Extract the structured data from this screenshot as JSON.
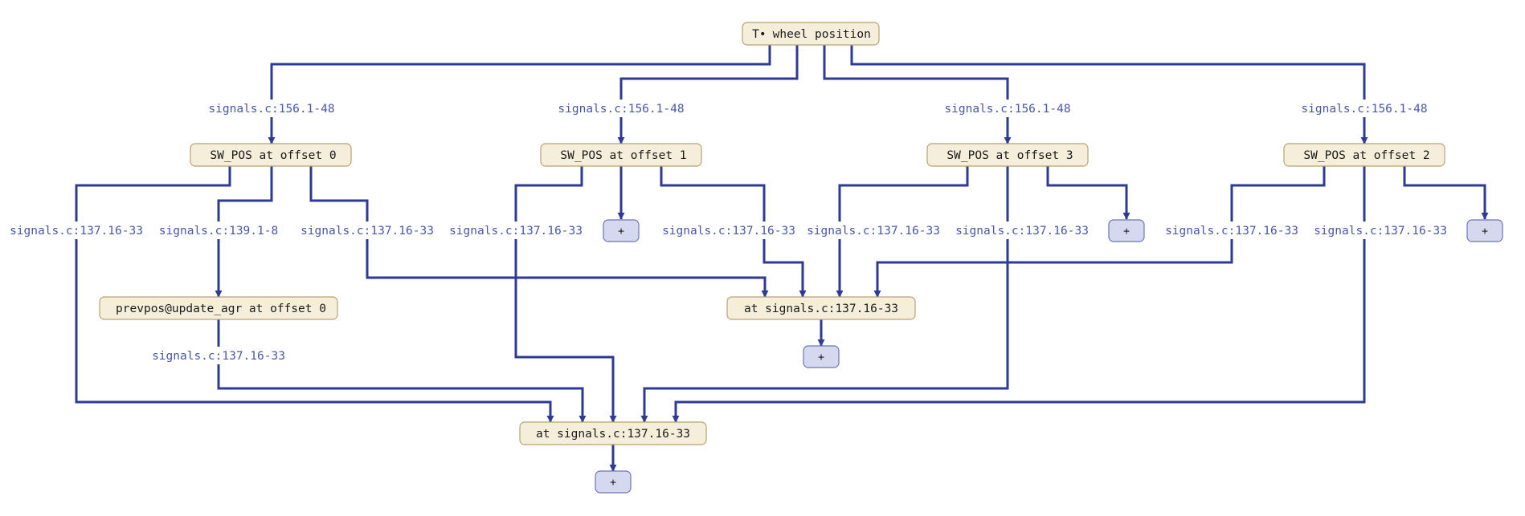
{
  "colors": {
    "wire": "#2e3a96",
    "label": "#4a56aa",
    "node_fill": "#f5eedb",
    "node_border": "#b8a272",
    "plus_fill": "#d5d8ef"
  },
  "root": {
    "icon": "T•",
    "text": "wheel position"
  },
  "nodes": {
    "sw0": "SW_POS at offset 0",
    "sw1": "SW_POS at offset 1",
    "sw3": "SW_POS at offset 3",
    "sw2": "SW_POS at offset 2",
    "prev": "prevpos@update_agr at offset 0",
    "mid": "at signals.c:137.16-33",
    "bottom": "at signals.c:137.16-33"
  },
  "plus_label": "+",
  "edge_labels": {
    "r0": "signals.c:156.1-48",
    "r1": "signals.c:156.1-48",
    "r3": "signals.c:156.1-48",
    "r2": "signals.c:156.1-48",
    "a0": "signals.c:137.16-33",
    "b0": "signals.c:139.1-8",
    "c0": "signals.c:137.16-33",
    "a1": "signals.c:137.16-33",
    "c1": "signals.c:137.16-33",
    "a3": "signals.c:137.16-33",
    "b3": "signals.c:137.16-33",
    "a2": "signals.c:137.16-33",
    "b2": "signals.c:137.16-33",
    "p0": "signals.c:137.16-33"
  }
}
